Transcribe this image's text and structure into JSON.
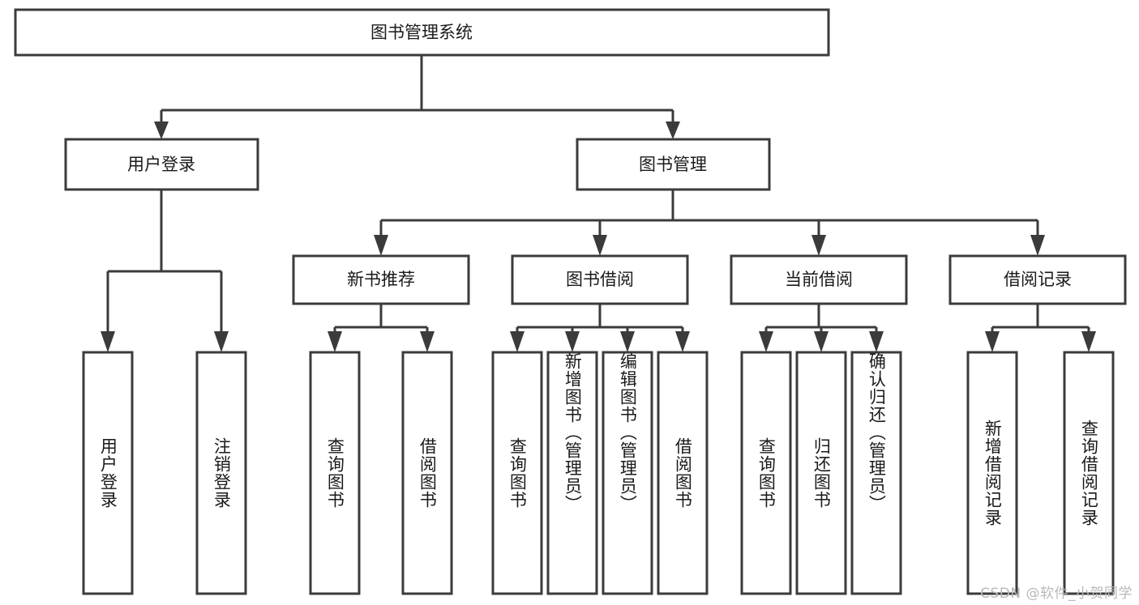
{
  "diagram": {
    "type": "tree-hierarchy-chart",
    "title": "图书管理系统",
    "watermark": "CSDN @软件_小贺同学",
    "colors": {
      "stroke": "#3b3b3b",
      "fill": "#ffffff",
      "text": "#1a1a1a",
      "watermark": "#b8b8b8"
    },
    "levels": {
      "root": {
        "label": "图书管理系统"
      },
      "level2": [
        {
          "label": "用户登录"
        },
        {
          "label": "图书管理"
        }
      ],
      "level3": [
        {
          "label": "新书推荐"
        },
        {
          "label": "图书借阅"
        },
        {
          "label": "当前借阅"
        },
        {
          "label": "借阅记录"
        }
      ],
      "leaves": {
        "user_login": [
          {
            "label": "用户登录"
          },
          {
            "label": "注销登录"
          }
        ],
        "new_book_recommend": [
          {
            "label": "查询图书"
          },
          {
            "label": "借阅图书"
          }
        ],
        "book_borrow": [
          {
            "label": "查询图书"
          },
          {
            "label": "新增图书（管理员）"
          },
          {
            "label": "编辑图书（管理员）"
          },
          {
            "label": "借阅图书"
          }
        ],
        "current_borrow": [
          {
            "label": "查询图书"
          },
          {
            "label": "归还图书"
          },
          {
            "label": "确认归还（管理员）"
          }
        ],
        "borrow_record": [
          {
            "label": "新增借阅记录"
          },
          {
            "label": "查询借阅记录"
          }
        ]
      }
    }
  }
}
